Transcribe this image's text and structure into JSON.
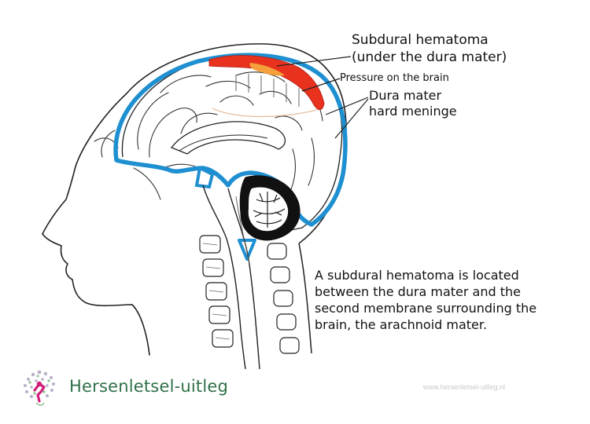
{
  "labels": {
    "hematoma_line1": "Subdural hematoma",
    "hematoma_line2": "(under the dura mater)",
    "pressure": "Pressure on the brain",
    "dura_line1": "Dura mater",
    "dura_line2": "hard meninge"
  },
  "description": {
    "line1": "A subdural hematoma is located",
    "line2": "between the dura mater and the",
    "line3": "second membrane surrounding the",
    "line4": "brain, the arachnoid mater."
  },
  "footer": {
    "brand": "Hersenletsel-uitleg",
    "url": "www.hersenletsel-uitleg.nl"
  },
  "colors": {
    "dura": "#1e8fd0",
    "hematoma": "#e8321e",
    "hematoma_core": "#f5a03a",
    "brand": "#2f7048",
    "logo_accent": "#d0207a"
  },
  "icons": {
    "logo": "brain-logo-icon"
  }
}
